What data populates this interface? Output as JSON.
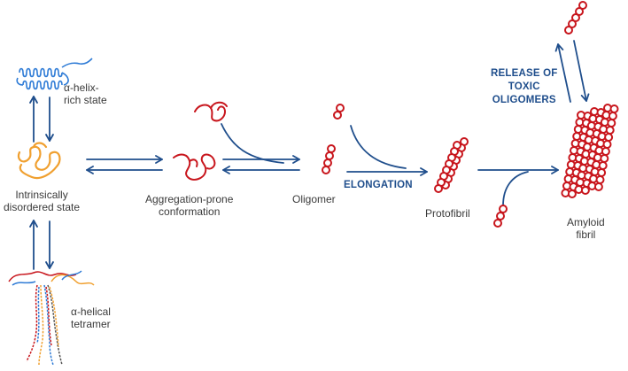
{
  "colors": {
    "arrow": "#1f4e8c",
    "red": "#c8161d",
    "orange": "#f0a030",
    "blue": "#2e7bd6",
    "text": "#3a3a3a"
  },
  "states": {
    "helix_state": "α-helix-\nrich state",
    "disordered_state": "Intrinsically\ndisordered state",
    "helical_tetramer": "α-helical\ntetramer",
    "aggregation_prone": "Aggregation-prone\nconformation",
    "oligomer": "Oligomer",
    "protofibril": "Protofibril",
    "amyloid_fibril": "Amyloid\nfibril"
  },
  "process_labels": {
    "elongation": "ELONGATION",
    "release": "RELEASE OF\nTOXIC\nOLIGOMERS"
  }
}
